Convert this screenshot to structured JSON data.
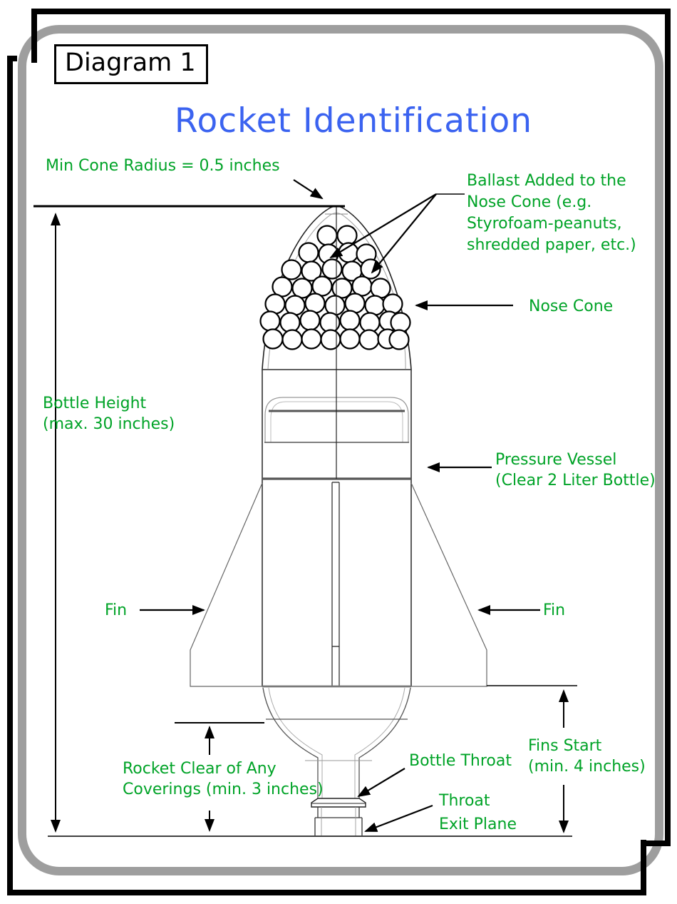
{
  "page": {
    "badge": "Diagram 1",
    "title": "Rocket Identification"
  },
  "colors": {
    "label_green": "#00A327",
    "title_blue": "#3B63F0",
    "frame_gray": "#9E9E9E",
    "line_black": "#000000"
  },
  "labels": {
    "min_cone_radius": "Min Cone Radius = 0.5 inches",
    "ballast_line1": "Ballast Added to the",
    "ballast_line2": "Nose Cone (e.g.",
    "ballast_line3": "Styrofoam-peanuts,",
    "ballast_line4": "shredded paper, etc.)",
    "nose_cone": "Nose Cone",
    "bottle_height_line1": "Bottle Height",
    "bottle_height_line2": "(max. 30 inches)",
    "pressure_vessel_line1": "Pressure Vessel",
    "pressure_vessel_line2": "(Clear 2 Liter Bottle)",
    "fin_left": "Fin",
    "fin_right": "Fin",
    "rocket_clear_line1": "Rocket Clear of Any",
    "rocket_clear_line2": "Coverings (min. 3 inches)",
    "bottle_throat": "Bottle Throat",
    "fins_start_line1": "Fins Start",
    "fins_start_line2": "(min. 4 inches)",
    "throat_exit_line1": "Throat",
    "throat_exit_line2": "Exit Plane"
  }
}
